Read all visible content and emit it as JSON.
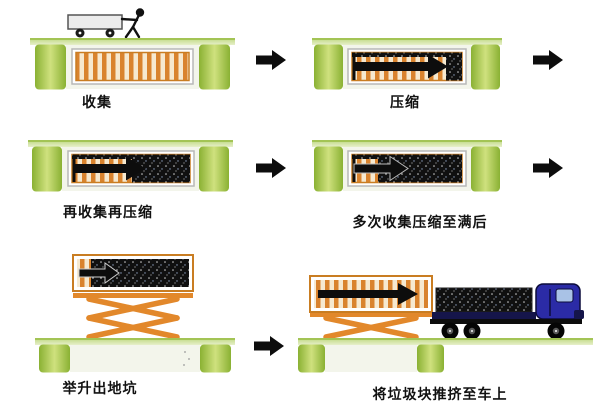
{
  "panels": [
    {
      "id": "collect",
      "label": "收集"
    },
    {
      "id": "compress",
      "label": "压缩"
    },
    {
      "id": "recollect-recompress",
      "label": "再收集再压缩"
    },
    {
      "id": "compress-until-full",
      "label": "多次收集压缩至满后"
    },
    {
      "id": "lift-out-of-pit",
      "label": "举升出地坑"
    },
    {
      "id": "push-onto-truck",
      "label": "将垃圾块推挤至车上"
    }
  ],
  "colors": {
    "pit_wall_green": "#8ab133",
    "pit_wall_highlight": "#cfe17e",
    "ground_green": "#bcd77e",
    "container_orange": "#d9832e",
    "compressed_waste_black": "#0d0d0d",
    "lift_orange": "#e2882b",
    "truck_blue": "#2b2ba6",
    "flow_arrow_black": "#0d0d0d",
    "background": "#ffffff"
  }
}
